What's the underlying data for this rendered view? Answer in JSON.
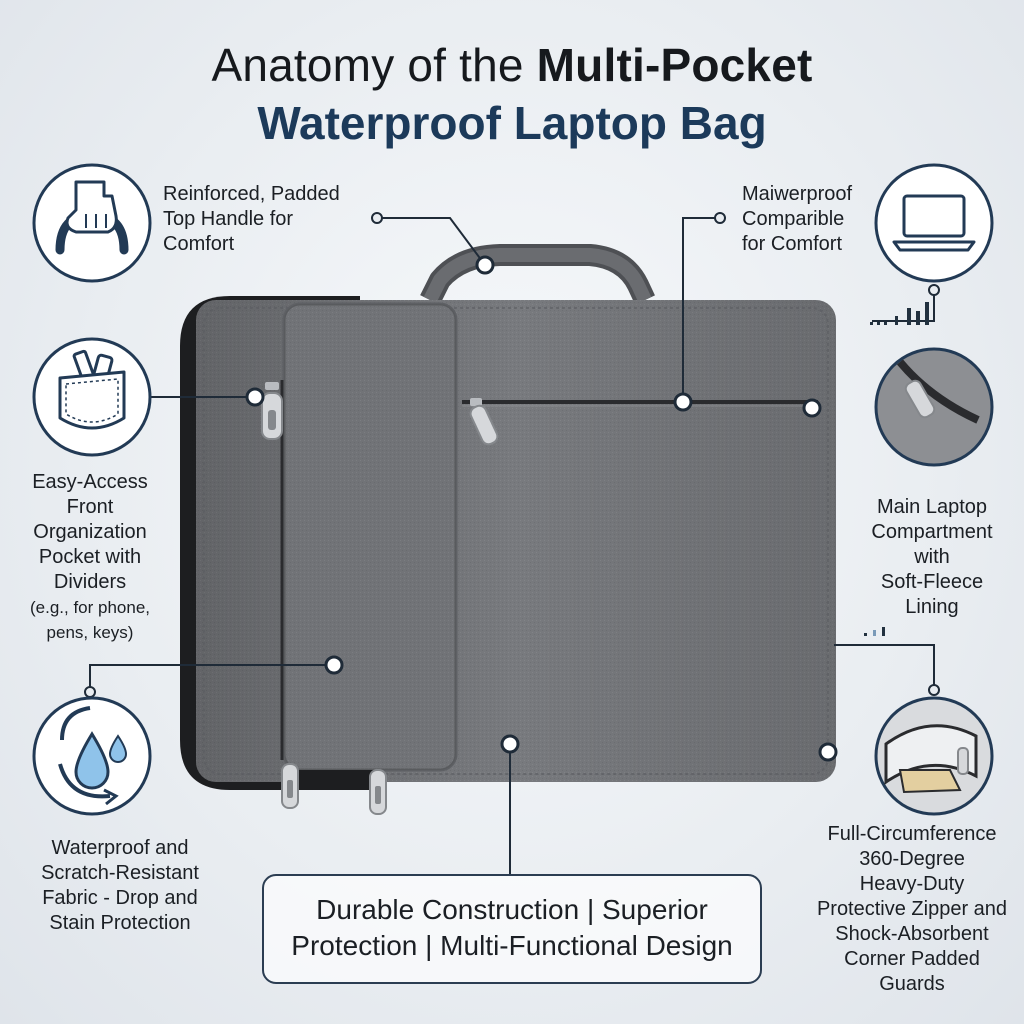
{
  "title": {
    "line1_regular": "Anatomy of the ",
    "line1_bold": "Multi-Pocket",
    "line2": "Waterproof Laptop Bag"
  },
  "callouts": {
    "handle": [
      "Reinforced, Padded",
      "Top Handle for",
      "Comfort"
    ],
    "waterproof_right": [
      "Maiwerproof",
      "Comparible",
      "for Comfort"
    ],
    "front_pocket": [
      "Easy-Access",
      "Front",
      "Organization",
      "Pocket with",
      "Dividers"
    ],
    "front_pocket_note": [
      "(e.g., for phone,",
      "pens, keys)"
    ],
    "main_compartment": [
      "Main Laptop",
      "Compartment",
      "with",
      "Soft-Fleece",
      "Lining"
    ],
    "fabric": [
      "Waterproof and",
      "Scratch-Resistant",
      "Fabric - Drop and",
      "Stain Protection"
    ],
    "zipper": [
      "Full-Circumference",
      "360-Degree",
      "Heavy-Duty",
      "Protective Zipper and",
      "Shock-Absorbent",
      "Corner Padded",
      "Guards"
    ]
  },
  "banner": {
    "line1": "Durable Construction | Superior",
    "line2": "Protection | Multi-Functional Design"
  },
  "icons": {
    "top_left": "hand-handle-icon",
    "top_right": "laptop-icon",
    "mid_left": "pocket-icon",
    "mid_right": "zipper-closeup-icon",
    "bottom_left": "water-drop-icon",
    "bottom_right": "corner-guard-icon"
  },
  "colors": {
    "navy": "#223a55",
    "title_blue": "#1c3a5a",
    "bag_gray": "#76777b",
    "background": "#e9edf1"
  }
}
